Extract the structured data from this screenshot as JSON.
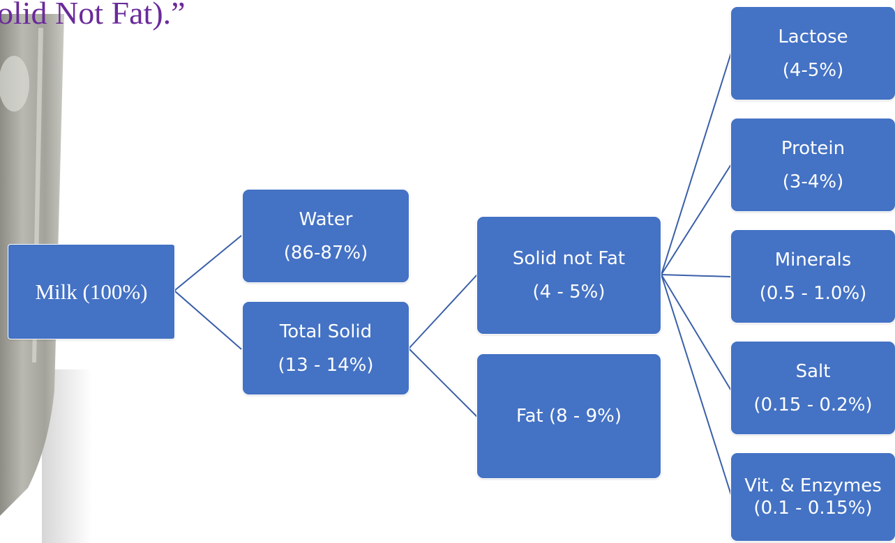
{
  "title_fragment": "olid Not Fat).”",
  "nodes": {
    "milk": {
      "label": "Milk (100%)"
    },
    "water": {
      "name": "Water",
      "value": "(86-87%)"
    },
    "total_solid": {
      "name": "Total Solid",
      "value": "(13 - 14%)"
    },
    "solid_not_fat": {
      "name": "Solid not Fat",
      "value": "(4 - 5%)"
    },
    "fat": {
      "label": "Fat (8 - 9%)"
    },
    "lactose": {
      "name": "Lactose",
      "value": "(4-5%)"
    },
    "protein": {
      "name": "Protein",
      "value": "(3-4%)"
    },
    "minerals": {
      "name": "Minerals",
      "value": "(0.5 - 1.0%)"
    },
    "salt": {
      "name": "Salt",
      "value": "(0.15 - 0.2%)"
    },
    "vitamins_enzymes": {
      "name": "Vit. & Enzymes",
      "value": "(0.1 - 0.15%)"
    }
  },
  "colors": {
    "box_fill": "#4472c4",
    "box_text": "#ffffff",
    "connector": "#3a5fa8",
    "title_text": "#6a2a9a"
  },
  "edges": [
    [
      "milk",
      "water"
    ],
    [
      "milk",
      "total_solid"
    ],
    [
      "total_solid",
      "solid_not_fat"
    ],
    [
      "total_solid",
      "fat"
    ],
    [
      "solid_not_fat",
      "lactose"
    ],
    [
      "solid_not_fat",
      "protein"
    ],
    [
      "solid_not_fat",
      "minerals"
    ],
    [
      "solid_not_fat",
      "salt"
    ],
    [
      "solid_not_fat",
      "vitamins_enzymes"
    ]
  ]
}
